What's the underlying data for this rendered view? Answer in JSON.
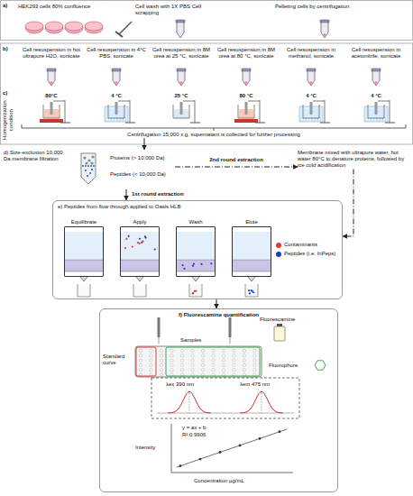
{
  "diagram": {
    "nodes": [
      {
        "text": [
          "HEK293 cells 80% confluence"
        ]
      },
      {
        "text": [
          "Cell wash with 1X PBS Cell scrapping"
        ]
      },
      {
        "text": [
          "Pelleting cells by centrifugation"
        ]
      },
      {
        "text": [
          "Cell resuspension in hot ultrapure H2O, sonicate",
          "80°C"
        ]
      },
      {
        "text": [
          "Cell resuspension in 4°C PBS, sonicate",
          "4 °C"
        ]
      },
      {
        "text": [
          "Cell resuspension in 8M urea at 25 °C, sonicate",
          "25 °C"
        ]
      },
      {
        "text": [
          "Cell resuspension in 8M urea at 80 °C, sonicate",
          "80 °C"
        ]
      },
      {
        "text": [
          "Cell resuspension in methanol, sonicate",
          "4 °C"
        ]
      },
      {
        "text": [
          "Cell resuspension in acetonitrile, sonicate",
          "4 °C"
        ]
      },
      {
        "text": [
          "Centrifugation 15,000 x g, supernatant is collected for further processing"
        ]
      },
      {
        "text": [
          "d) Size-exclusion 10,000 Da membrane filtration"
        ]
      },
      {
        "text": [
          "Membrane mixed with ultrapure water, hot water 80°C to denature proteins, followed by ice cold acidification"
        ]
      },
      {
        "text": [
          "e) Peptides from flow through applied to Oasis HLB"
        ]
      },
      {
        "text": [
          "Equilibrate"
        ],
        "in": 12
      },
      {
        "text": [
          "Apply"
        ],
        "in": 12
      },
      {
        "text": [
          "Wash"
        ],
        "in": 12
      },
      {
        "text": [
          "Elute"
        ],
        "in": 12
      },
      {
        "text": [
          "f) Fluorescamine quantification"
        ]
      }
    ],
    "edges": [
      {
        "from": 9,
        "to": 10,
        "arrow": "to"
      },
      {
        "from": 10,
        "to": 11,
        "label": "2nd round extraction",
        "arrow": "to"
      },
      {
        "from": 11,
        "to": 12,
        "arrow": "to"
      },
      {
        "from": 10,
        "to": 12,
        "label": "1st round extraction",
        "arrow": "to"
      },
      {
        "from": 12,
        "to": 17,
        "arrow": "to"
      }
    ],
    "labels": [
      "a)",
      "b)",
      "c)",
      "Homogenization condition",
      "Proteins (> 10,000 Da)",
      "Peptides (< 10,000 Da)",
      "Samples",
      "Standard curve",
      "Fluorescamine",
      "Fluorophore",
      "λex 390 nm",
      "λem 475 nm",
      "y = ax + b",
      "R²:0.9906",
      "Intensity",
      "Concentration µg/mL"
    ],
    "legend": [
      {
        "text": "Contaminants",
        "color": "#e53935"
      },
      {
        "text": "Peptides (i.e. InPeps)",
        "color": "#1e40c8"
      }
    ]
  }
}
